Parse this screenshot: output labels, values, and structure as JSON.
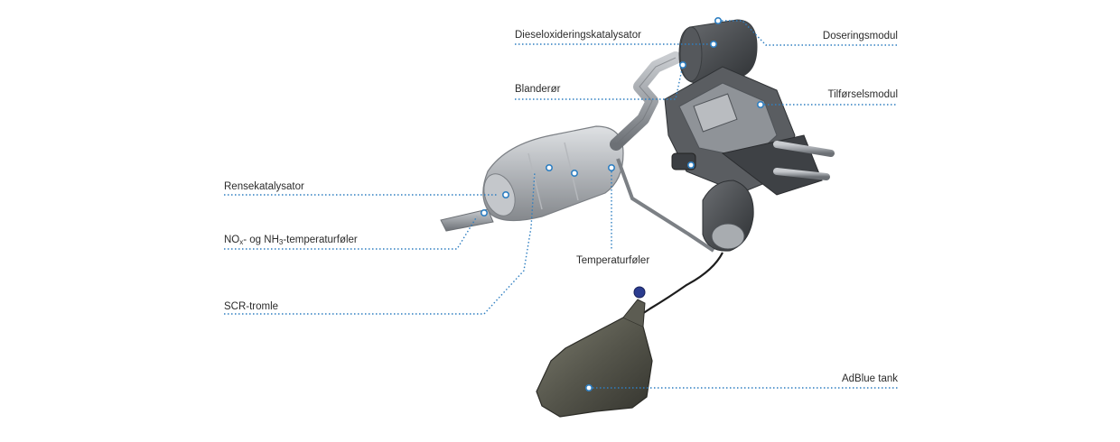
{
  "labels": {
    "dieseloxidation": "Dieseloxideringskatalysator",
    "doseringsmodul": "Doseringsmodul",
    "blanderor": "Blanderør",
    "tilforselsmodul": "Tilførselsmodul",
    "rensekatalysator": "Rensekatalysator",
    "nox_prefix": "NO",
    "nox_sub": "x",
    "nox_mid": "- og NH",
    "nox_sub2": "3",
    "nox_suffix": "-temperaturføler",
    "temperaturfoler": "Temperaturføler",
    "scr_tromle": "SCR-tromle",
    "adblue": "AdBlue tank"
  },
  "colors": {
    "leader": "#2f7fc1",
    "text": "#2b2b2b",
    "metal": "#8e9297",
    "metal_dark": "#4f5358",
    "engine": "#3c3f43",
    "tank": "#4a4a42"
  }
}
